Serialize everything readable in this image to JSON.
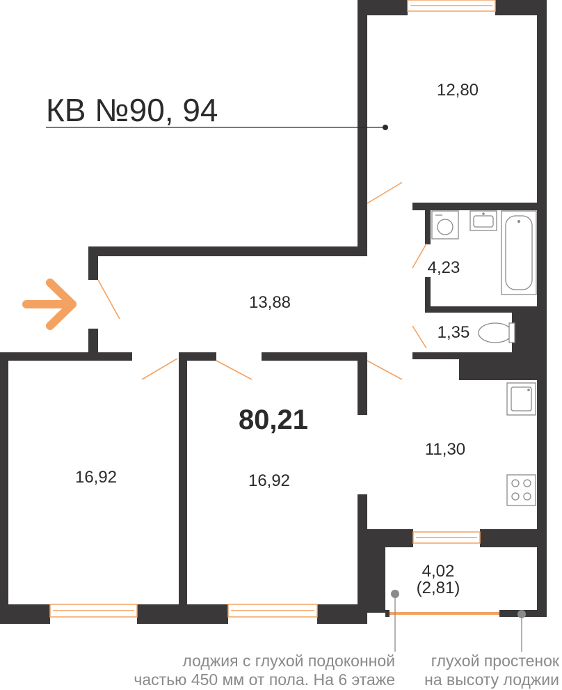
{
  "plan": {
    "title": "КВ №90, 94",
    "total_area": "80,21",
    "accent_color": "#f4a261",
    "wall_color": "#3a3839",
    "rooms": {
      "bedroom_top": "12,80",
      "hallway": "13,88",
      "bathroom": "4,23",
      "toilet": "1,35",
      "bedroom_left": "16,92",
      "bedroom_middle": "16,92",
      "kitchen": "11,30",
      "loggia": "4,02",
      "loggia_reduced": "(2,81)"
    },
    "notes": {
      "loggia_note_line1": "лоджия с глухой подоконной",
      "loggia_note_line2": "частью 450 мм от пола. На 6 этаже",
      "wall_note_line1": "глухой простенок",
      "wall_note_line2": "на высоту лоджии"
    }
  }
}
